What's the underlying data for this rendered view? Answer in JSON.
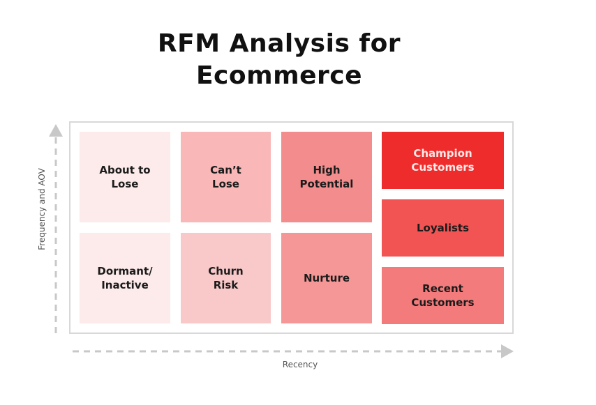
{
  "title": "RFM Analysis for\nEcommerce",
  "axes": {
    "y_label": "Frequency and AOV",
    "x_label": "Recency"
  },
  "segments": [
    {
      "label": "About to\nLose",
      "color": "#fdeaea"
    },
    {
      "label": "Can’t\nLose",
      "color": "#f9b7b7"
    },
    {
      "label": "High\nPotential",
      "color": "#f38d8d"
    },
    {
      "label": "Champion\nCustomers",
      "color": "#ee2c2c"
    },
    {
      "label": "Dormant/\nInactive",
      "color": "#fdeaea"
    },
    {
      "label": "Churn\nRisk",
      "color": "#f9c9c9"
    },
    {
      "label": "Nurture",
      "color": "#f59797"
    },
    {
      "label": "Loyalists",
      "color": "#f25353"
    },
    {
      "label": "Recent\nCustomers",
      "color": "#f37b7b"
    }
  ],
  "colors": {
    "arrow": "#c8c8c8",
    "frame": "#d8d8d8"
  }
}
